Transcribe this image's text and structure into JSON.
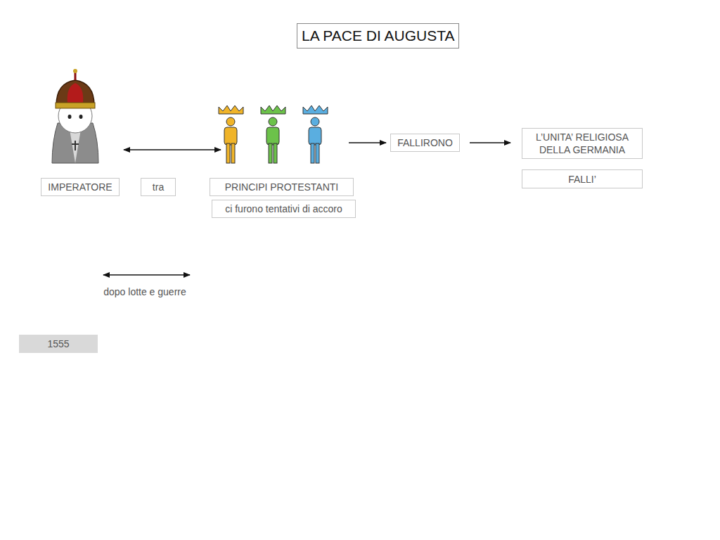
{
  "diagram": {
    "title": "LA PACE DI AUGUSTA",
    "nodes": [
      {
        "text": [
          "IMPERATORE"
        ]
      },
      {
        "text": [
          "tra"
        ]
      },
      {
        "text": [
          "PRINCIPI PROTESTANTI"
        ]
      },
      {
        "text": [
          "ci furono tentativi di accoro"
        ]
      },
      {
        "text": [
          "FALLIRONO"
        ]
      },
      {
        "text": [
          "L’UNITA’ RELIGIOSA DELLA GERMANIA"
        ]
      },
      {
        "text": [
          "FALLI’"
        ]
      },
      {
        "text": [
          "1555"
        ]
      }
    ],
    "edges": [
      {
        "from": 4,
        "to": 5,
        "arrow": "to"
      }
    ],
    "labels": [
      "dopo lotte e guerre"
    ]
  }
}
